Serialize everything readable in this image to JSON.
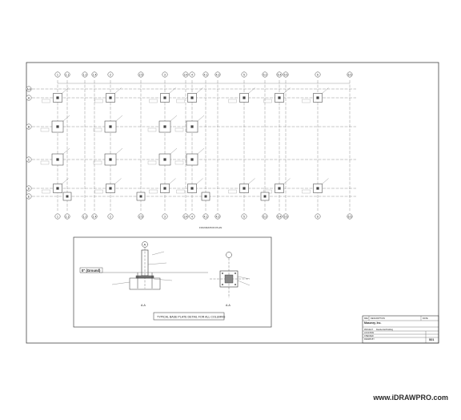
{
  "plan": {
    "title": "FOUNDATION PLAN",
    "columns": [
      "1",
      "1.1",
      "1.2",
      "1.4",
      "2",
      "2.5",
      "3",
      "3.4",
      "4",
      "4.1",
      "4.2",
      "5",
      "5.2",
      "5.4",
      "5.5",
      "6",
      "6.5"
    ],
    "rows": [
      "A.4",
      "A",
      "B",
      "C",
      "D",
      "E"
    ]
  },
  "detail": {
    "ground_label": "0\" (Ground)",
    "grid_label": "A",
    "section_left": "A-A",
    "section_right": "A-A",
    "caption": "TYPICAL BASE PLATE DETAIL FOR ALL COLUMNS"
  },
  "title_block": {
    "rows": [
      "REV",
      "DESCRIPTION",
      "DATE",
      "Masonry, Inc.",
      "PROJECT",
      "Residential Building",
      "LOCATION",
      "CHECKED",
      "DRAWN BY"
    ],
    "sheet_no": "S01"
  },
  "watermark": "www.iDRAWPRO.com",
  "colors": {
    "line": "#3a3a3a",
    "grid": "#555555",
    "paper": "#ffffff"
  }
}
